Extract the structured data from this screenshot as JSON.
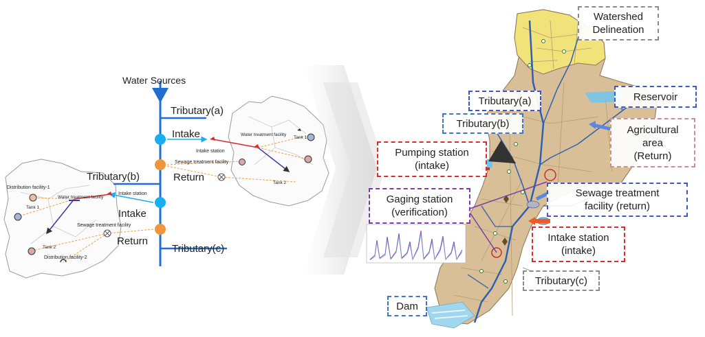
{
  "schematic": {
    "water_sources": "Water Sources",
    "tributary_a": "Tributary(a)",
    "tributary_b": "Tributary(b)",
    "tributary_c": "Tributary(c)",
    "intake_upper": "Intake",
    "intake_lower": "Intake",
    "return_upper": "Return",
    "return_lower": "Return",
    "small_labels": {
      "water_treatment_facility_right": "Water treatment facility",
      "intake_station_right": "Intake station",
      "sewage_treatment_right": "Sewage treatment facility",
      "tank1_right": "Tank 1",
      "tank2_right": "Tank 2",
      "distribution_facility_1": "Distribution facility-1",
      "tank1_left": "Tank 1",
      "water_treatment_facility_left": "Water treatment facility",
      "intake_station_left": "Intake station",
      "sewage_treatment_left": "Sewage treatment facility",
      "tank2_left": "Tank 2",
      "distribution_facility_2": "Distribution facility-2"
    }
  },
  "map_labels": {
    "watershed": [
      "Watershed",
      "Delineation"
    ],
    "reservoir": [
      "Reservoir"
    ],
    "tributary_a": [
      "Tributary(a)"
    ],
    "tributary_b": [
      "Tributary(b)"
    ],
    "agricultural": [
      "Agricultural",
      "area",
      "(Return)"
    ],
    "pumping": [
      "Pumping station",
      "(intake)"
    ],
    "sewage": [
      "Sewage treatment",
      "facility (return)"
    ],
    "gaging": [
      "Gaging station",
      "(verification)"
    ],
    "intake_station": [
      "Intake station",
      "(intake)"
    ],
    "tributary_c": [
      "Tributary(c)"
    ],
    "dam": [
      "Dam"
    ]
  },
  "colors": {
    "trunk": "#1f6fd1",
    "node_intake": "#19aef0",
    "node_return": "#f0953a",
    "watershed_fill": "#d9bf98",
    "headwater_fill": "#f2e27a",
    "river": "#2f5fb0",
    "box_blue": "#4055c8",
    "box_red": "#e02a2a",
    "box_purple": "#7b3aa8",
    "box_gray": "#8a8a8a",
    "box_pink": "#c89090"
  }
}
